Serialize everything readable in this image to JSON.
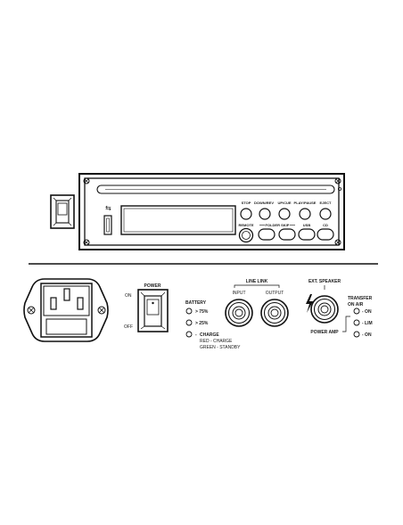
{
  "cd_unit": {
    "buttons": {
      "stop": "STOP",
      "down_rev": "DOWN/REV",
      "up_cue": "UP/CUE",
      "play_pause": "PLAY/PAUSE",
      "eject": "EJECT",
      "remote": "REMOTE",
      "folder_skip": "FOLDER SKIP",
      "usb": "USB",
      "cd": "CD"
    },
    "usb_symbol": "⇆"
  },
  "panel": {
    "power": {
      "title": "POWER",
      "on_label": "ON",
      "off_label": "OFF"
    },
    "battery": {
      "title": "BATTERY",
      "level_75": "> 75%",
      "level_25": "> 25%",
      "charge": "CHARGE",
      "charge_red": "RED - CHARGE",
      "charge_green": "GREEN - STANDBY"
    },
    "line_link": {
      "title": "LINE LINK",
      "input": "INPUT",
      "output": "OUTPUT"
    },
    "ext_speaker": {
      "title": "EXT. SPEAKER",
      "power_amp": "POWER AMP"
    },
    "transfer": {
      "title_line1": "TRANSFER",
      "title_line2": "ON AIR",
      "on1": "- ON",
      "lim": "- LIM",
      "on2": "- ON"
    }
  }
}
